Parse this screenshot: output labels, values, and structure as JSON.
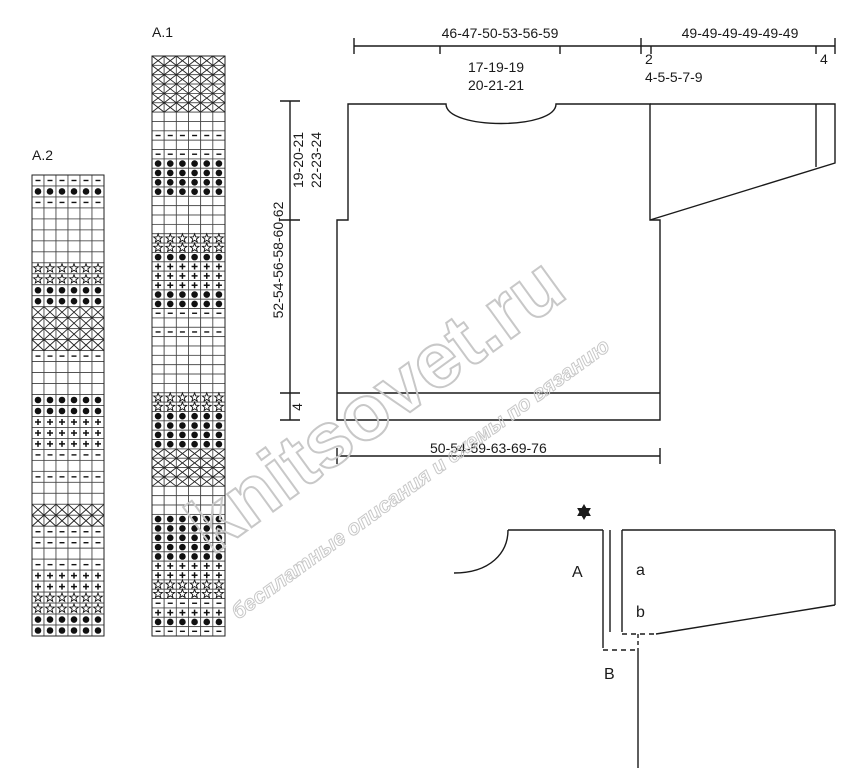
{
  "charts": {
    "a2": {
      "title": "A.2",
      "rows": [
        "------",
        "DDDDDD",
        "------",
        "......",
        "......",
        "......",
        "......",
        "......",
        "SSSSSS",
        "SSSSSS",
        "DDDDDD",
        "DDDDDD",
        "XXXXXX",
        "XXXXXX",
        "XXXXXX",
        "XXXXXX",
        "------",
        "......",
        "......",
        "......",
        "DDDDDD",
        "DDDDDD",
        "++++++",
        "++++++",
        "++++++",
        "------",
        "......",
        "------",
        "......",
        "......",
        "XXXXXX",
        "XXXXXX",
        "------",
        "------",
        "......",
        "------",
        "++++++",
        "++++++",
        "SSSSSS",
        "SSSSSS",
        "DDDDDD",
        "DDDDDD"
      ]
    },
    "a1": {
      "title": "A.1",
      "rows": [
        "XXXXXX",
        "XXXXXX",
        "XXXXXX",
        "XXXXXX",
        "XXXXXX",
        "XXXXXX",
        "......",
        "......",
        "------",
        "......",
        "------",
        "DDDDDD",
        "DDDDDD",
        "DDDDDD",
        "DDDDDD",
        "......",
        "......",
        "......",
        "......",
        "SSSSSS",
        "SSSSSS",
        "DDDDDD",
        "++++++",
        "++++++",
        "++++++",
        "DDDDDD",
        "DDDDDD",
        "------",
        "......",
        "------",
        "......",
        "......",
        "......",
        "......",
        "......",
        "......",
        "SSSSSS",
        "SSSSSS",
        "DDDDDD",
        "DDDDDD",
        "DDDDDD",
        "DDDDDD",
        "XXXXXX",
        "XXXXXX",
        "XXXXXX",
        "XXXXXX",
        "......",
        "......",
        "......",
        "DDDDDD",
        "DDDDDD",
        "DDDDDD",
        "DDDDDD",
        "DDDDDD",
        "++++++",
        "++++++",
        "SSSSSS",
        "SSSSSS",
        "------",
        "++++++",
        "DDDDDD",
        "------"
      ]
    }
  },
  "schematic": {
    "top_width_label": "46-47-50-53-56-59",
    "neck_width_label": "17-19-19\n20-21-21",
    "sleeve_length_label": "49-49-49-49-49-49",
    "sleeve_join_label": "2",
    "sleeve_join_width_label": "4-5-5-7-9",
    "cuff_label": "4",
    "armhole_label": "19-20-21\n22-23-24",
    "body_length_label": "52-54-56-58-60-62",
    "rib_label": "4",
    "bottom_width_label": "50-54-59-63-69-76"
  },
  "assembly": {
    "star_icon": "six-point-star-icon",
    "label_A": "A",
    "label_a": "a",
    "label_b": "b",
    "label_B": "B"
  },
  "watermark": {
    "main": "knitsovet.ru",
    "sub": "бесплатные описания и схемы по вязанию",
    "color": "#c8c8c8"
  }
}
